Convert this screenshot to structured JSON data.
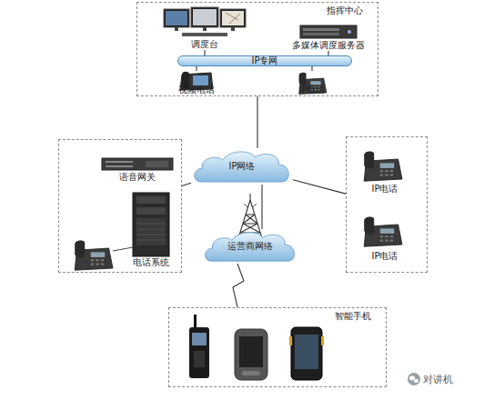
{
  "diagram": {
    "nodes": [
      {
        "text": [
          "指挥中心"
        ]
      },
      {
        "text": [
          "调度台"
        ],
        "in": 0
      },
      {
        "text": [
          "多媒体调度服务器"
        ],
        "in": 0
      },
      {
        "text": [
          "IP专网"
        ],
        "in": 0
      },
      {
        "text": [
          "视频电话"
        ],
        "in": 0
      },
      {
        "text": [
          "IP电话"
        ],
        "in": 0
      },
      {
        "text": []
      },
      {
        "text": [
          "语音网关"
        ],
        "in": 6
      },
      {
        "text": [
          "电话系统"
        ],
        "in": 6
      },
      {
        "text": [
          "IP网络"
        ]
      },
      {
        "text": [
          "运营商网络"
        ]
      },
      {
        "text": []
      },
      {
        "text": [
          "IP电话"
        ],
        "in": 11
      },
      {
        "text": [
          "IP电话"
        ],
        "in": 11
      },
      {
        "text": [
          "智能手机"
        ]
      }
    ],
    "edges": [
      {
        "from": 1,
        "to": 3,
        "arrow": "none"
      },
      {
        "from": 2,
        "to": 3,
        "arrow": "none"
      },
      {
        "from": 4,
        "to": 3,
        "arrow": "none"
      },
      {
        "from": 5,
        "to": 3,
        "arrow": "none"
      },
      {
        "from": 0,
        "to": 9,
        "arrow": "none"
      },
      {
        "from": 9,
        "to": 6,
        "arrow": "none"
      },
      {
        "from": 9,
        "to": 11,
        "arrow": "none"
      },
      {
        "from": 9,
        "to": 10,
        "arrow": "none"
      },
      {
        "from": 10,
        "to": 14,
        "arrow": "none"
      }
    ],
    "labels": [
      "对讲机"
    ]
  }
}
